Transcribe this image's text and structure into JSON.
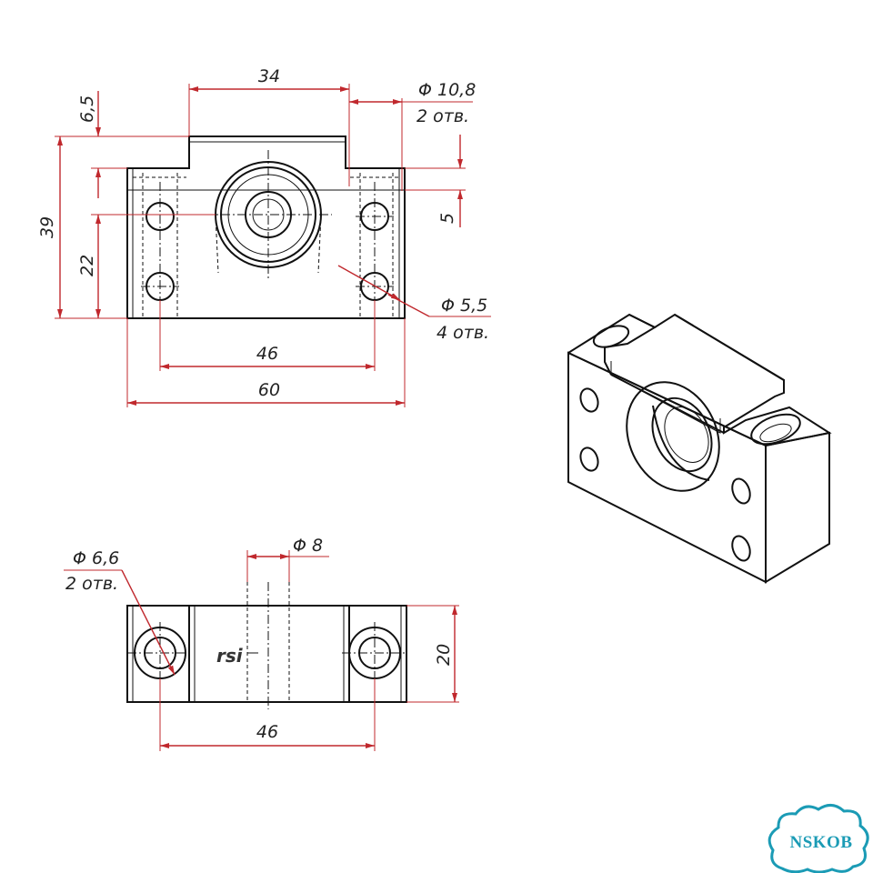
{
  "top_view": {
    "dim_width_top": "34",
    "dim_hole_large": "Φ 10,8",
    "dim_hole_large_qty": "2 отв.",
    "dim_step": "6,5",
    "dim_height_total": "39",
    "dim_center_height": "22",
    "dim_step_right": "5",
    "dim_hole_small": "Φ 5,5",
    "dim_hole_small_qty": "4 отв.",
    "dim_hole_spacing": "46",
    "dim_width_total": "60"
  },
  "bottom_view": {
    "dim_hole_counterbore": "Φ 6,6",
    "dim_hole_counterbore_qty": "2 отв.",
    "dim_pin": "Φ 8",
    "dim_depth": "20",
    "dim_hole_spacing": "46",
    "marking": "rsi"
  },
  "logo": {
    "text": "NSKOB",
    "color": "#1b9bb5"
  },
  "colors": {
    "dimension": "#c0282d",
    "outline": "#111111"
  }
}
